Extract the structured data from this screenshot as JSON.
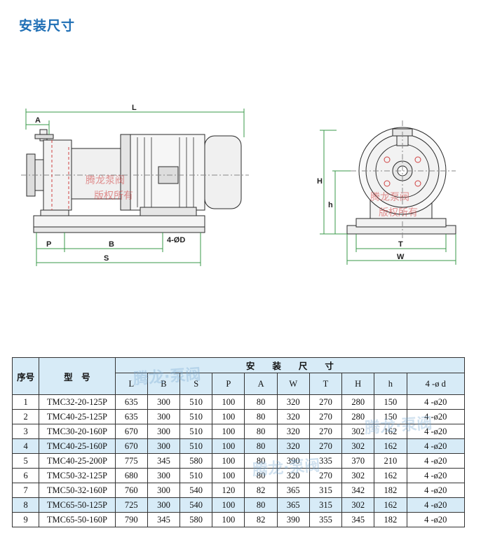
{
  "page_title": "安装尺寸",
  "drawing": {
    "labels": {
      "L": "L",
      "A": "A",
      "P": "P",
      "B": "B",
      "S": "S",
      "D": "4-ØD",
      "H": "H",
      "h": "h",
      "T": "T",
      "W": "W"
    },
    "watermark_line1": "腾龙泵阀",
    "watermark_line2": "版权所有"
  },
  "table": {
    "headers": {
      "seq": "序号",
      "model": "型　号",
      "group": "安　　装　　尺　　寸",
      "cols": [
        "L",
        "B",
        "S",
        "P",
        "A",
        "W",
        "T",
        "H",
        "h",
        "4 -ø d"
      ]
    },
    "rows": [
      {
        "seq": "1",
        "model": "TMC32-20-125P",
        "L": "635",
        "B": "300",
        "S": "510",
        "P": "100",
        "A": "80",
        "W": "320",
        "T": "270",
        "H": "280",
        "h": "150",
        "d": "4 -ø20"
      },
      {
        "seq": "2",
        "model": "TMC40-25-125P",
        "L": "635",
        "B": "300",
        "S": "510",
        "P": "100",
        "A": "80",
        "W": "320",
        "T": "270",
        "H": "280",
        "h": "150",
        "d": "4 -ø20"
      },
      {
        "seq": "3",
        "model": "TMC30-20-160P",
        "L": "670",
        "B": "300",
        "S": "510",
        "P": "100",
        "A": "80",
        "W": "320",
        "T": "270",
        "H": "302",
        "h": "162",
        "d": "4 -ø20"
      },
      {
        "seq": "4",
        "model": "TMC40-25-160P",
        "L": "670",
        "B": "300",
        "S": "510",
        "P": "100",
        "A": "80",
        "W": "320",
        "T": "270",
        "H": "302",
        "h": "162",
        "d": "4 -ø20"
      },
      {
        "seq": "5",
        "model": "TMC40-25-200P",
        "L": "775",
        "B": "345",
        "S": "580",
        "P": "100",
        "A": "80",
        "W": "390",
        "T": "335",
        "H": "370",
        "h": "210",
        "d": "4 -ø20"
      },
      {
        "seq": "6",
        "model": "TMC50-32-125P",
        "L": "680",
        "B": "300",
        "S": "510",
        "P": "100",
        "A": "80",
        "W": "320",
        "T": "270",
        "H": "302",
        "h": "162",
        "d": "4 -ø20"
      },
      {
        "seq": "7",
        "model": "TMC50-32-160P",
        "L": "760",
        "B": "300",
        "S": "540",
        "P": "120",
        "A": "82",
        "W": "365",
        "T": "315",
        "H": "342",
        "h": "182",
        "d": "4 -ø20"
      },
      {
        "seq": "8",
        "model": "TMC65-50-125P",
        "L": "725",
        "B": "300",
        "S": "540",
        "P": "100",
        "A": "80",
        "W": "365",
        "T": "315",
        "H": "302",
        "h": "162",
        "d": "4 -ø20"
      },
      {
        "seq": "9",
        "model": "TMC65-50-160P",
        "L": "790",
        "B": "345",
        "S": "580",
        "P": "100",
        "A": "82",
        "W": "390",
        "T": "355",
        "H": "345",
        "h": "182",
        "d": "4 -ø20"
      }
    ],
    "highlight_rows": [
      4,
      8
    ],
    "watermark": "腾龙·泵阀"
  }
}
